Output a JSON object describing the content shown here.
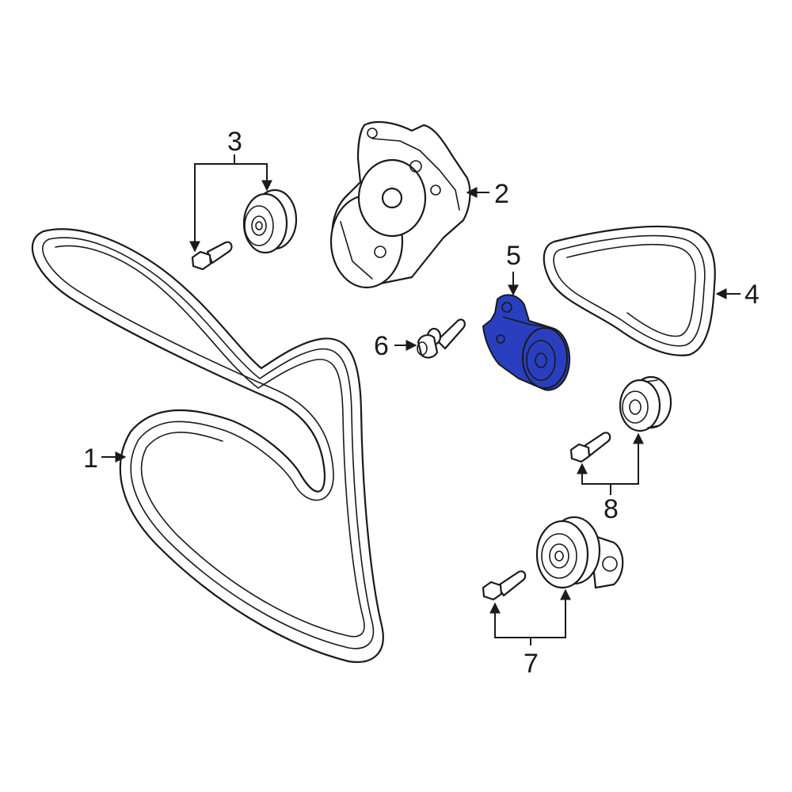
{
  "callouts": {
    "c1": "1",
    "c2": "2",
    "c3": "3",
    "c4": "4",
    "c5": "5",
    "c6": "6",
    "c7": "7",
    "c8": "8"
  },
  "parts": [
    {
      "callout": "1",
      "icon": "serpentine-belt"
    },
    {
      "callout": "2",
      "icon": "water-pump"
    },
    {
      "callout": "3",
      "icon": "idler-pulley-with-bolt"
    },
    {
      "callout": "4",
      "icon": "short-belt"
    },
    {
      "callout": "5",
      "icon": "belt-tensioner",
      "highlighted": true
    },
    {
      "callout": "6",
      "icon": "bolt"
    },
    {
      "callout": "7",
      "icon": "tensioner-pulley-with-bolt"
    },
    {
      "callout": "8",
      "icon": "idler-pulley-with-bolt"
    }
  ],
  "colors": {
    "highlight": "#2a3fbf",
    "line": "#1a1a1a",
    "background": "#ffffff"
  }
}
